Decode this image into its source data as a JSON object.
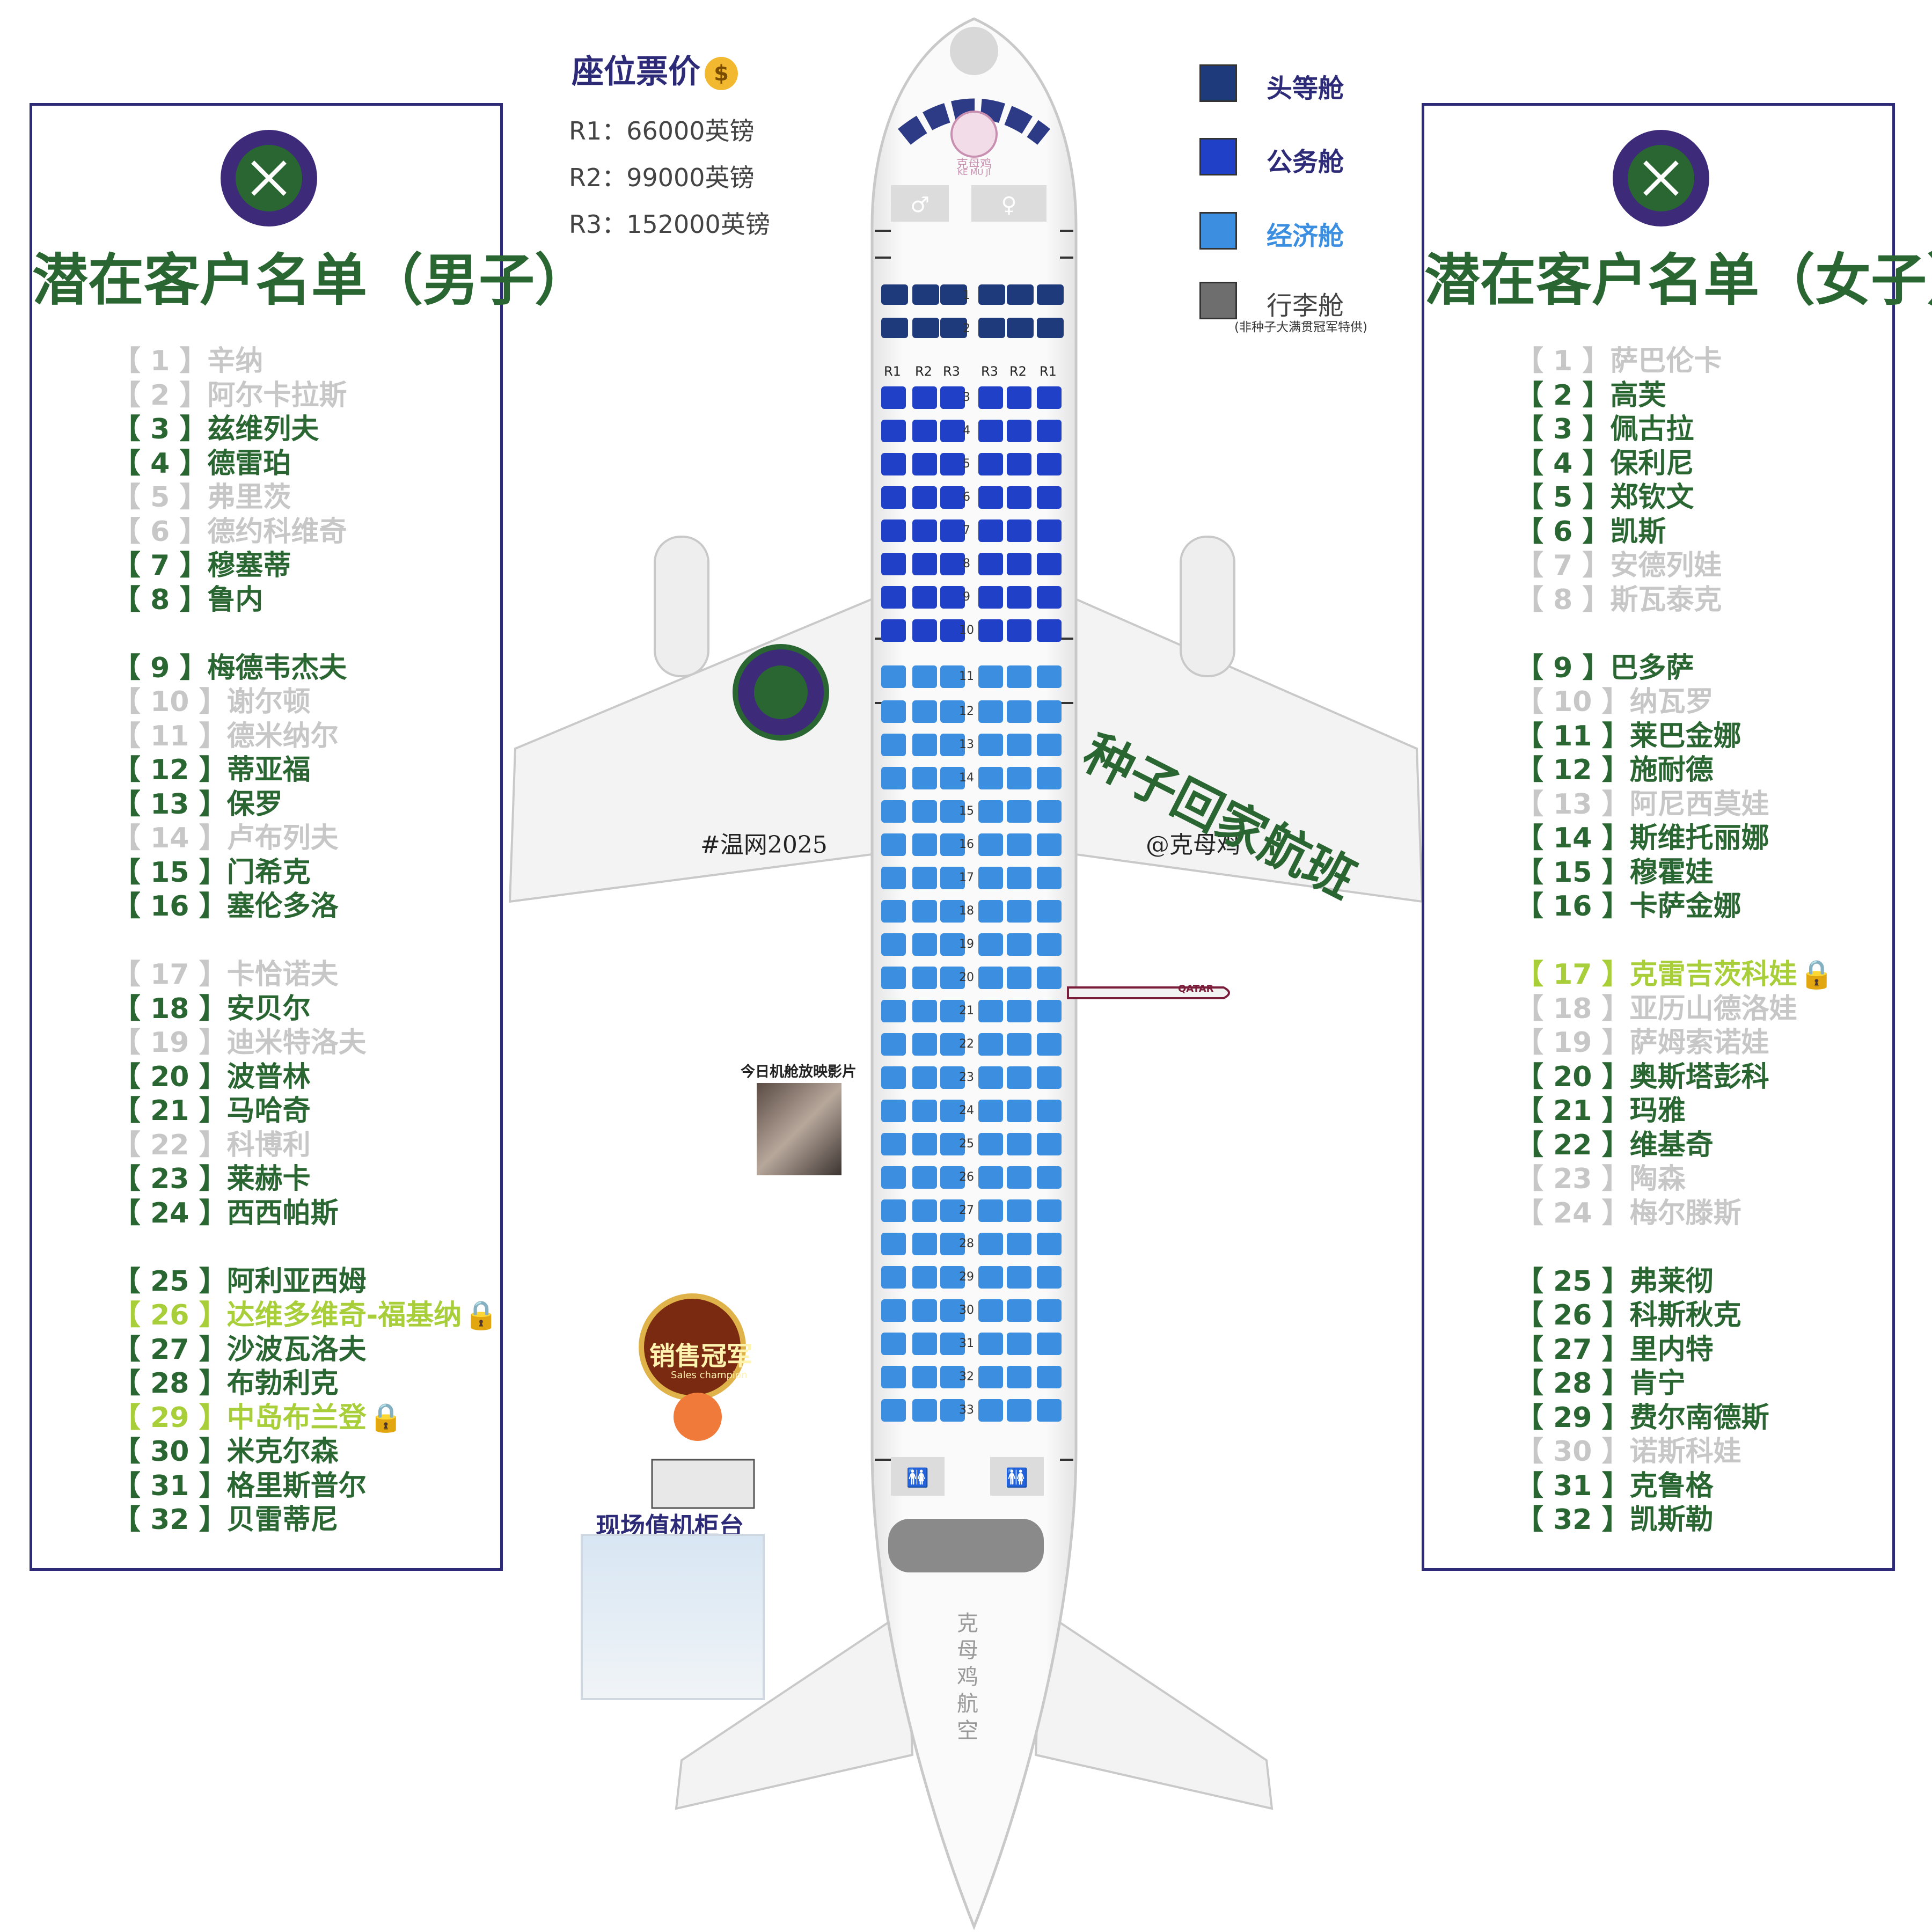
{
  "price": {
    "title": "座位票价",
    "icon": "money-bag-icon",
    "r1": "R1：66000英镑",
    "r2": "R2：99000英镑",
    "r3": "R3：152000英镑"
  },
  "legend": {
    "first": {
      "label": "头等舱",
      "color": "#1f3a7a"
    },
    "business": {
      "label": "公务舱",
      "color": "#2040c8"
    },
    "economy": {
      "label": "经济舱",
      "color": "#3c8fe0"
    },
    "baggage": {
      "label": "行李舱",
      "color": "#6e6e6e"
    },
    "baggage_note": "(非种子大满贯冠军特供)"
  },
  "men": {
    "title": "潜在客户名单（男子）",
    "seeds": [
      {
        "text": "【 1 】辛纳",
        "status": "out"
      },
      {
        "text": "【 2 】阿尔卡拉斯",
        "status": "out"
      },
      {
        "text": "【 3 】兹维列夫",
        "status": "active"
      },
      {
        "text": "【 4 】德雷珀",
        "status": "active"
      },
      {
        "text": "【 5 】弗里茨",
        "status": "out"
      },
      {
        "text": "【 6 】德约科维奇",
        "status": "out"
      },
      {
        "text": "【 7 】穆塞蒂",
        "status": "active"
      },
      {
        "text": "【 8 】鲁内",
        "status": "active"
      },
      {
        "text": "【 9 】梅德韦杰夫",
        "status": "active"
      },
      {
        "text": "【 10 】谢尔顿",
        "status": "out"
      },
      {
        "text": "【 11 】德米纳尔",
        "status": "out"
      },
      {
        "text": "【 12 】蒂亚福",
        "status": "active"
      },
      {
        "text": "【 13 】保罗",
        "status": "active"
      },
      {
        "text": "【 14 】卢布列夫",
        "status": "out"
      },
      {
        "text": "【 15 】门希克",
        "status": "active"
      },
      {
        "text": "【 16 】塞伦多洛",
        "status": "active"
      },
      {
        "text": "【 17 】卡恰诺夫",
        "status": "out"
      },
      {
        "text": "【 18 】安贝尔",
        "status": "active"
      },
      {
        "text": "【 19 】迪米特洛夫",
        "status": "out"
      },
      {
        "text": "【 20 】波普林",
        "status": "active"
      },
      {
        "text": "【 21 】马哈奇",
        "status": "active"
      },
      {
        "text": "【 22 】科博利",
        "status": "out"
      },
      {
        "text": "【 23 】莱赫卡",
        "status": "active"
      },
      {
        "text": "【 24 】西西帕斯",
        "status": "active"
      },
      {
        "text": "【 25 】阿利亚西姆",
        "status": "active"
      },
      {
        "text": "【 26 】达维多维奇-福基纳",
        "status": "locked"
      },
      {
        "text": "【 27 】沙波瓦洛夫",
        "status": "active"
      },
      {
        "text": "【 28 】布勃利克",
        "status": "active"
      },
      {
        "text": "【 29 】中岛布兰登",
        "status": "locked"
      },
      {
        "text": "【 30 】米克尔森",
        "status": "active"
      },
      {
        "text": "【 31 】格里斯普尔",
        "status": "active"
      },
      {
        "text": "【 32 】贝雷蒂尼",
        "status": "active"
      }
    ]
  },
  "women": {
    "title": "潜在客户名单（女子）",
    "seeds": [
      {
        "text": "【 1 】萨巴伦卡",
        "status": "out"
      },
      {
        "text": "【 2 】高芙",
        "status": "active"
      },
      {
        "text": "【 3 】佩古拉",
        "status": "active"
      },
      {
        "text": "【 4 】保利尼",
        "status": "active"
      },
      {
        "text": "【 5 】郑钦文",
        "status": "active"
      },
      {
        "text": "【 6 】凯斯",
        "status": "active"
      },
      {
        "text": "【 7 】安德列娃",
        "status": "out"
      },
      {
        "text": "【 8 】斯瓦泰克",
        "status": "out"
      },
      {
        "text": "【 9 】巴多萨",
        "status": "active"
      },
      {
        "text": "【 10 】纳瓦罗",
        "status": "out"
      },
      {
        "text": "【 11 】莱巴金娜",
        "status": "active"
      },
      {
        "text": "【 12 】施耐德",
        "status": "active"
      },
      {
        "text": "【 13 】阿尼西莫娃",
        "status": "out"
      },
      {
        "text": "【 14 】斯维托丽娜",
        "status": "active"
      },
      {
        "text": "【 15 】穆霍娃",
        "status": "active"
      },
      {
        "text": "【 16 】卡萨金娜",
        "status": "active"
      },
      {
        "text": "【 17 】克雷吉茨科娃",
        "status": "locked"
      },
      {
        "text": "【 18 】亚历山德洛娃",
        "status": "out"
      },
      {
        "text": "【 19 】萨姆索诺娃",
        "status": "out"
      },
      {
        "text": "【 20 】奥斯塔彭科",
        "status": "active"
      },
      {
        "text": "【 21 】玛雅",
        "status": "active"
      },
      {
        "text": "【 22 】维基奇",
        "status": "active"
      },
      {
        "text": "【 23 】陶森",
        "status": "out"
      },
      {
        "text": "【 24 】梅尔滕斯",
        "status": "out"
      },
      {
        "text": "【 25 】弗莱彻",
        "status": "active"
      },
      {
        "text": "【 26 】科斯秋克",
        "status": "active"
      },
      {
        "text": "【 27 】里内特",
        "status": "active"
      },
      {
        "text": "【 28 】肯宁",
        "status": "active"
      },
      {
        "text": "【 29 】费尔南德斯",
        "status": "active"
      },
      {
        "text": "【 30 】诺斯科娃",
        "status": "out"
      },
      {
        "text": "【 31 】克鲁格",
        "status": "active"
      },
      {
        "text": "【 32 】凯斯勒",
        "status": "active"
      }
    ]
  },
  "plane": {
    "flight_title": "种子回家航班",
    "hashtag": "#温网2025",
    "handle": "@克母鸡",
    "fuselage_text": "克母鸡航空",
    "logo_text": "克母鸡",
    "logo_sub": "KE MU JI",
    "columns_left": [
      "R1",
      "R2",
      "R3"
    ],
    "columns_right": [
      "R3",
      "R2",
      "R1"
    ],
    "rows": [
      "1",
      "2",
      "3",
      "4",
      "5",
      "6",
      "7",
      "8",
      "9",
      "10",
      "11",
      "12",
      "13",
      "14",
      "15",
      "16",
      "17",
      "18",
      "19",
      "20",
      "21",
      "22",
      "23",
      "24",
      "25",
      "26",
      "27",
      "28",
      "29",
      "30",
      "31",
      "32",
      "33"
    ]
  },
  "extras": {
    "movie_title": "今日机舱放映影片",
    "counter_label": "现场值机柜台",
    "badge": "销售冠军",
    "badge_sub": "Sales champion",
    "qatar": "QATAR"
  },
  "colors": {
    "seed_active": "#2a6632",
    "seed_out": "#c7c7c7",
    "seed_locked": "#a8cf3a",
    "panel_border": "#2d2a78"
  }
}
